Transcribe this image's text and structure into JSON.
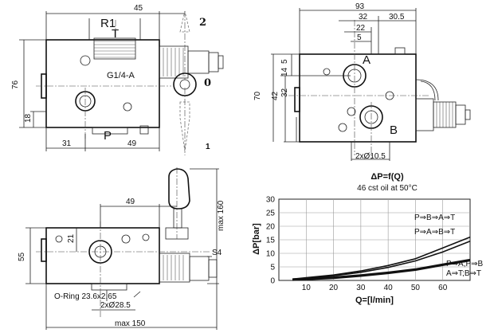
{
  "front_view": {
    "dims": {
      "width_top": "45",
      "height": "76",
      "port_height": "18",
      "bottom_left": "31",
      "bottom_right": "49"
    },
    "labels": {
      "port_r": "R1",
      "port_t": "T",
      "port_p": "P",
      "thread": "G1/4-A",
      "lever_pos_2": "2",
      "lever_pos_0": "0",
      "lever_pos_1": "1"
    }
  },
  "side_view": {
    "dims": {
      "total_width": "93",
      "d32": "32",
      "d30_5": "30.5",
      "d22": "22",
      "d5": "5",
      "v5": "5",
      "v14": "14",
      "v42": "42",
      "v32": "32",
      "v70": "70",
      "holes": "2xØ10.5"
    },
    "labels": {
      "port_a": "A",
      "port_b": "B"
    }
  },
  "top_view": {
    "dims": {
      "d49": "49",
      "d21": "21",
      "d55": "55",
      "max160": "max 160",
      "max150": "max 150",
      "s4": "S4"
    },
    "labels": {
      "oring": "O-Ring 23.6x2.65",
      "bore": "2xØ28.5"
    }
  },
  "chart_data": {
    "type": "line",
    "title": "ΔP=f(Q)",
    "subtitle": "46 cst oil at 50°C",
    "xlabel": "Q=[l/min]",
    "ylabel": "ΔP[bar]",
    "xlim": [
      0,
      70
    ],
    "ylim": [
      0,
      30
    ],
    "x_ticks": [
      "10",
      "20",
      "30",
      "40",
      "50",
      "60"
    ],
    "y_ticks": [
      "0",
      "5",
      "10",
      "15",
      "20",
      "25",
      "30"
    ],
    "grid": true,
    "series": [
      {
        "name": "P⇒B⇒A⇒T",
        "x": [
          5,
          10,
          20,
          30,
          40,
          50,
          60,
          70
        ],
        "values": [
          0.5,
          1.0,
          2.0,
          3.5,
          5.5,
          8.0,
          12.0,
          16.0
        ]
      },
      {
        "name": "P⇒A⇒B⇒T",
        "x": [
          5,
          10,
          20,
          30,
          40,
          50,
          60,
          70
        ],
        "values": [
          0.4,
          0.8,
          1.7,
          3.0,
          4.8,
          7.2,
          10.5,
          14.5
        ]
      },
      {
        "name": "P⇒A;P⇒B A⇒T;B⇒T",
        "x": [
          5,
          10,
          20,
          30,
          40,
          50,
          60,
          70
        ],
        "values": [
          0.3,
          0.5,
          1.0,
          1.8,
          2.8,
          4.0,
          5.8,
          7.5
        ]
      }
    ],
    "legend_labels": {
      "s1": "P⇒B⇒A⇒T",
      "s2": "P⇒A⇒B⇒T",
      "s3a": "P⇒A;P⇒B",
      "s3b": "A⇒T;B⇒T"
    }
  }
}
